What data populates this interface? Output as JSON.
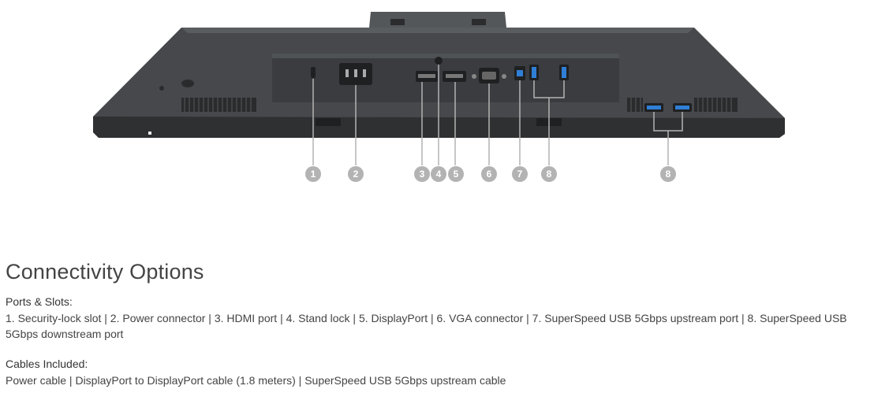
{
  "figure": {
    "callouts": [
      "1",
      "2",
      "3",
      "4",
      "5",
      "6",
      "7",
      "8",
      "8"
    ]
  },
  "section": {
    "title": "Connectivity Options",
    "ports_heading": "Ports & Slots:",
    "ports_text": "1. Security-lock slot | 2. Power connector | 3. HDMI port | 4. Stand lock | 5. DisplayPort | 6. VGA connector | 7. SuperSpeed USB 5Gbps upstream port | 8. SuperSpeed USB 5Gbps downstream port",
    "cables_heading": "Cables Included:",
    "cables_text": "Power cable | DisplayPort to DisplayPort cable (1.8 meters) | SuperSpeed USB 5Gbps upstream cable"
  },
  "colors": {
    "body": "#46484b",
    "panel": "#3a3c3f",
    "callout": "#b3b3b3",
    "usb_blue": "#2f7fd6"
  }
}
